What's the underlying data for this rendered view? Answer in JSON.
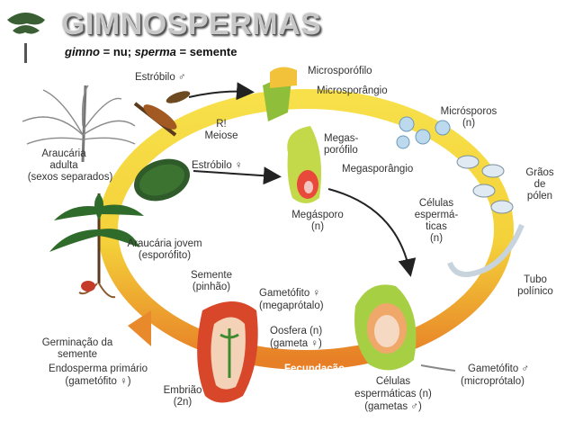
{
  "header": {
    "title": "GIMNOSPERMAS",
    "subtitle_word1": "gimno",
    "subtitle_mid": " = nu; ",
    "subtitle_word2": "sperma",
    "subtitle_end": " = semente"
  },
  "labels": {
    "estrobilo_m": "Estróbilo ♂",
    "microsporofilo": "Microsporófilo",
    "microsporangio": "Microsporângio",
    "r_meiose_1": "R!",
    "r_meiose_2": "Meiose",
    "microsporos_1": "Micrósporos",
    "microsporos_2": "(n)",
    "araucaria_adulta_1": "Araucária",
    "araucaria_adulta_2": "adulta",
    "araucaria_adulta_3": "(sexos separados)",
    "megasporofilo_1": "Megas-",
    "megasporofilo_2": "porófilo",
    "estrobilo_f": "Estróbilo ♀",
    "megasporangio": "Megasporângio",
    "graos_polen_1": "Grãos",
    "graos_polen_2": "de",
    "graos_polen_3": "pólen",
    "megasporo_1": "Megásporo",
    "megasporo_2": "(n)",
    "celulas_esp_1": "Células",
    "celulas_esp_2": "espermá-",
    "celulas_esp_3": "ticas",
    "celulas_esp_4": "(n)",
    "araucaria_jovem_1": "Araucária jovem",
    "araucaria_jovem_2": "(esporófito)",
    "semente_1": "Semente",
    "semente_2": "(pinhão)",
    "tubo_polinico_1": "Tubo",
    "tubo_polinico_2": "polínico",
    "gametofito_f_1": "Gametófito ♀",
    "gametofito_f_2": "(megaprótalo)",
    "germinacao_1": "Germinação da",
    "germinacao_2": "semente",
    "oosfera_1": "Oosfera (n)",
    "oosfera_2": "(gameta ♀)",
    "endosperma_1": "Endosperma primário",
    "endosperma_2": "(gametófito ♀)",
    "fecundacao": "Fecundação",
    "gametofito_m_1": "Gametófito ♂",
    "gametofito_m_2": "(microprótalo)",
    "embriao_1": "Embrião",
    "embriao_2": "(2n)",
    "celulas_esp_b_1": "Células",
    "celulas_esp_b_2": "espermáticas (n)",
    "celulas_esp_b_3": "(gametas ♂)"
  },
  "colors": {
    "cycle_yellow": "#f4d93a",
    "cycle_orange": "#e8892b",
    "arrow_dark": "#222222",
    "cone_green": "#2f6b2a",
    "seed_red": "#d9472b"
  },
  "icons": [
    "tree-icon",
    "male-cone-icon",
    "female-cone-icon",
    "microsporophyll-icon",
    "megasporophyll-icon",
    "microspore-icon",
    "pollen-icon",
    "ovule-icon",
    "seed-icon",
    "seedling-icon",
    "araucaria-adult-icon"
  ]
}
